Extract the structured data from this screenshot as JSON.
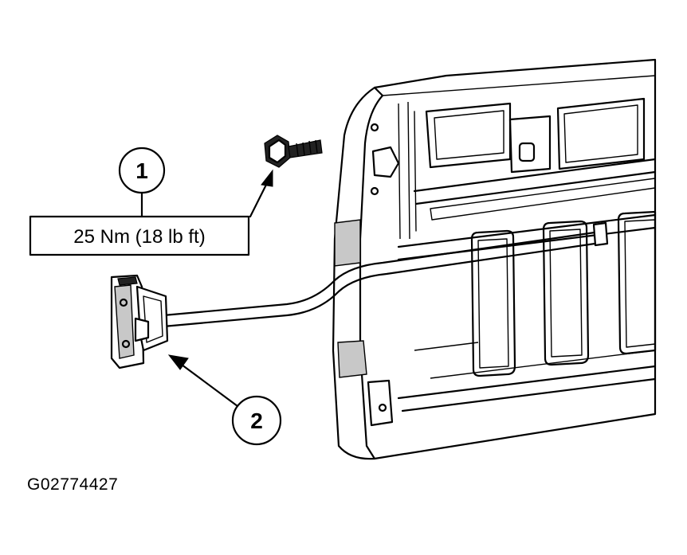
{
  "callouts": [
    {
      "number": "1"
    },
    {
      "number": "2"
    }
  ],
  "torque_label": "25 Nm (18 lb ft)",
  "figure_id": "G02774427"
}
